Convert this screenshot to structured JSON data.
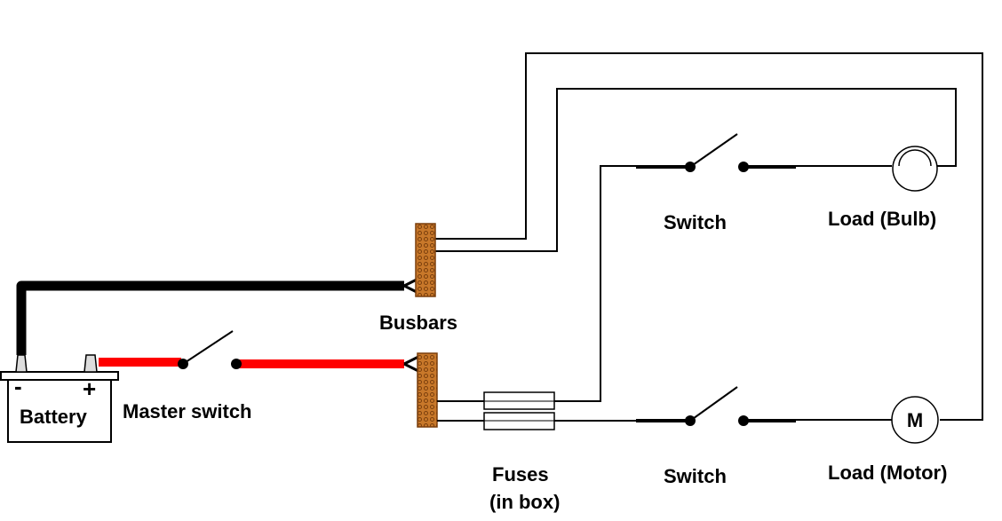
{
  "labels": {
    "battery": "Battery",
    "battery_minus": "-",
    "battery_plus": "+",
    "master_switch": "Master  switch",
    "busbars": "Busbars",
    "switch_top": "Switch",
    "switch_bottom": "Switch",
    "load_bulb": "Load  (Bulb)",
    "load_motor": "Load  (Motor)",
    "motor_symbol": "M",
    "fuses_line1": "Fuses",
    "fuses_line2": "(in  box)"
  },
  "colors": {
    "positive_cable": "#ff0000",
    "negative_cable": "#000000",
    "busbar_fill": "#c8782a",
    "busbar_stroke": "#7a3e0c",
    "wire": "#000000"
  }
}
